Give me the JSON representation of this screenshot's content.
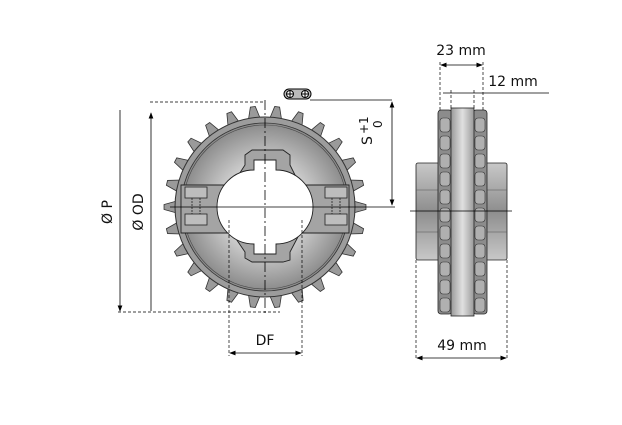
{
  "front_view": {
    "dim_pitch_diameter": "Ø P",
    "dim_outer_diameter": "Ø OD",
    "dim_bore": "DF",
    "dim_s_main": "S",
    "dim_s_plus": "+1",
    "dim_s_minus": "0",
    "tooth_count": 26
  },
  "side_view": {
    "dim_width": "23 mm",
    "dim_tooth_width": "12 mm",
    "dim_hub_length": "49 mm"
  },
  "colors": {
    "body": "#a8a8a8",
    "dark": "#7a7a7a",
    "line": "#000000"
  }
}
